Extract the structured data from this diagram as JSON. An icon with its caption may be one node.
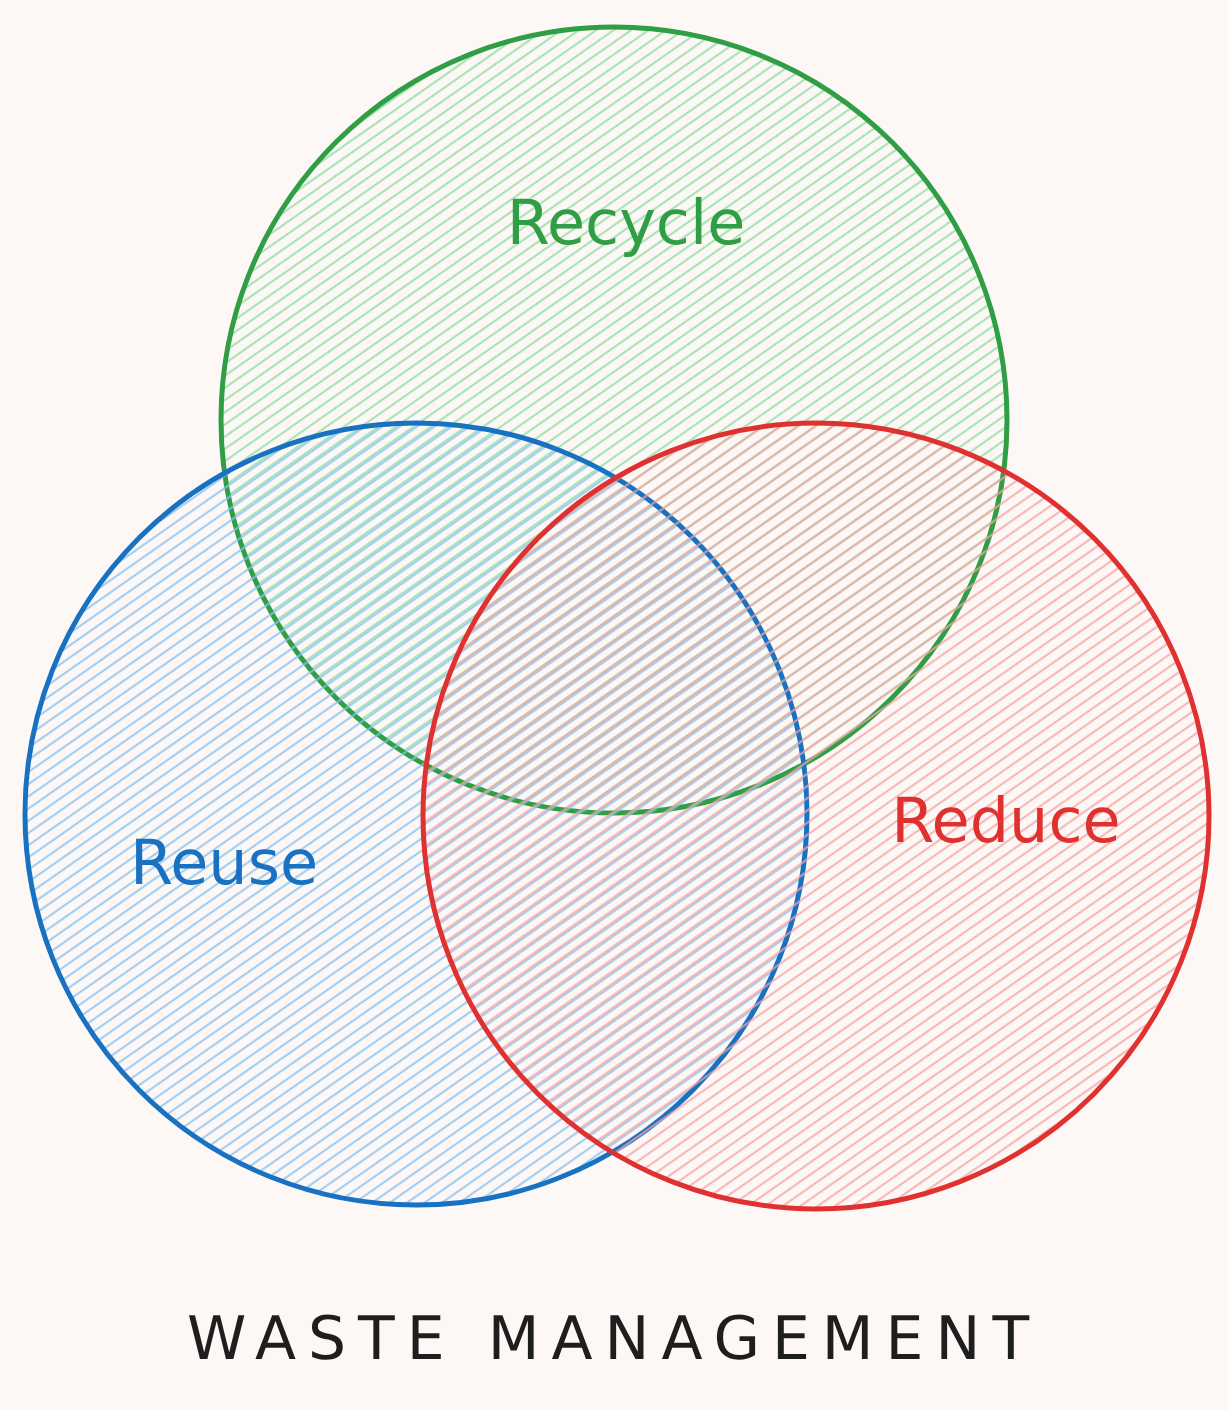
{
  "diagram": {
    "caption": "WASTE MANAGEMENT",
    "nodes": [
      {
        "text": [
          "Recycle"
        ]
      },
      {
        "text": [
          "Reuse"
        ]
      },
      {
        "text": [
          "Reduce"
        ]
      }
    ]
  }
}
